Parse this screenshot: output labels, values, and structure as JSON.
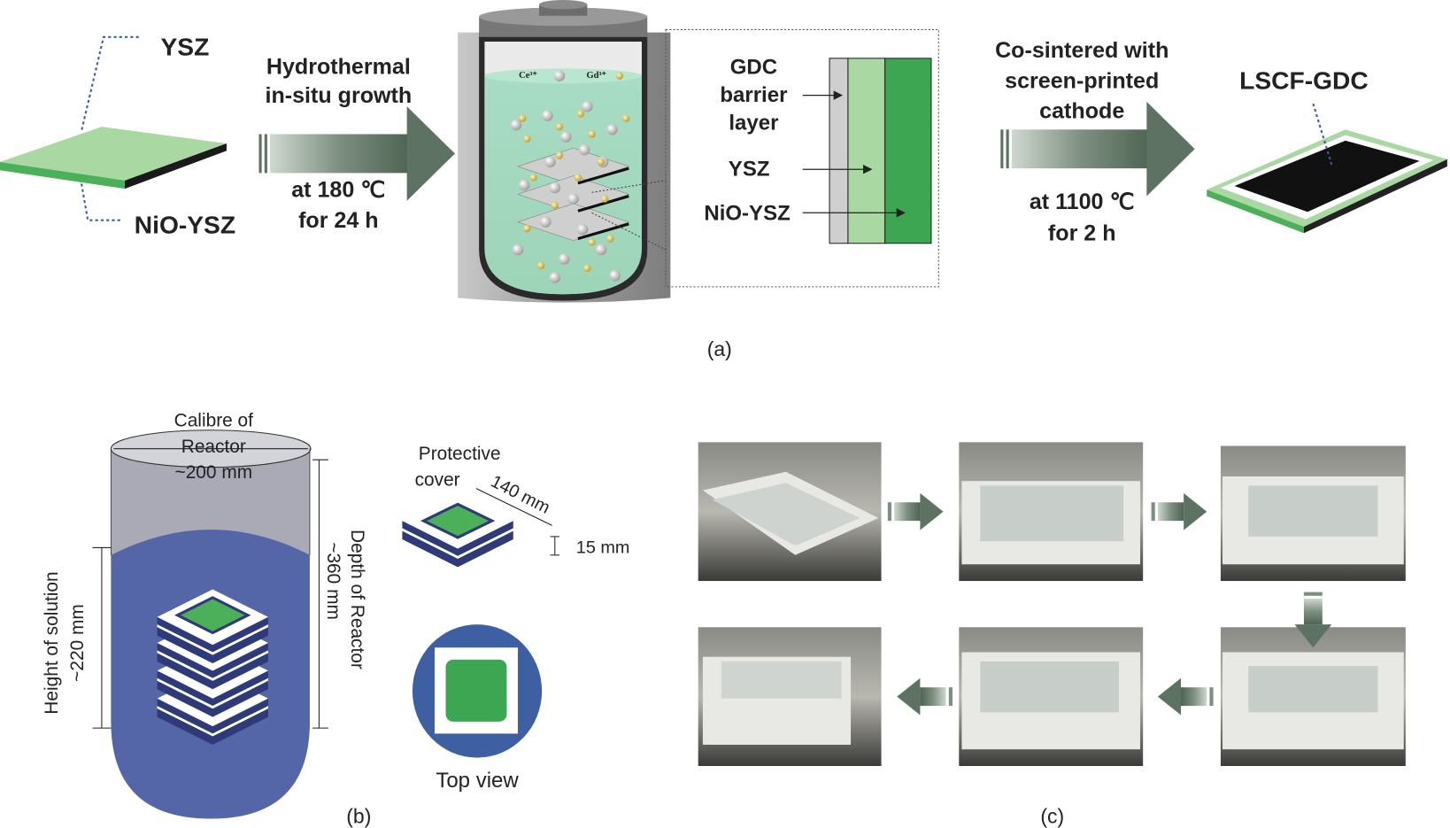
{
  "panel_a": {
    "label": "(a)",
    "substrate_top": "YSZ",
    "substrate_bottom": "NiO-YSZ",
    "step1_title": [
      "Hydrothermal",
      "in-situ growth"
    ],
    "step1_cond": [
      "at 180 ℃",
      "for 24 h"
    ],
    "ion_ce": "Ce³⁺",
    "ion_gd": "Gd³⁺",
    "layers_labels": {
      "gdc": [
        "GDC",
        "barrier",
        "layer"
      ],
      "ysz": "YSZ",
      "nio": "NiO-YSZ"
    },
    "step2_title": [
      "Co-sintered with",
      "screen-printed",
      "cathode"
    ],
    "step2_cond": [
      "at 1100 ℃",
      "for 2 h"
    ],
    "product": "LSCF-GDC"
  },
  "panel_b": {
    "label": "(b)",
    "calibre": [
      "Calibre of",
      "Reactor",
      "~200 mm"
    ],
    "height": [
      "Height of solution",
      "~220 mm"
    ],
    "depth": [
      "Depth of Reactor",
      "~360 mm"
    ],
    "cover": [
      "Protective",
      "cover"
    ],
    "cover_width": "140 mm",
    "cover_height": "15 mm",
    "top_view": "Top view"
  },
  "panel_c": {
    "label": "(c)"
  },
  "colors": {
    "arrow": "#5d7262",
    "ysz": "#a9d8a3",
    "nio": "#3da653",
    "gdc": "#cfcfcf",
    "solution": "#5465a8",
    "green": "#4caf5a"
  }
}
